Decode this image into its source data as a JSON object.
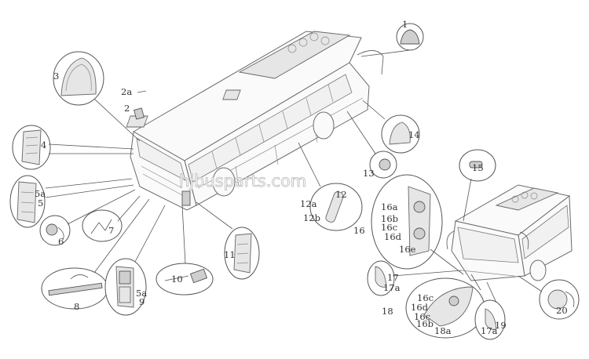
{
  "watermark": "hjbusparts.com",
  "labels": {
    "l1": "1",
    "l2": "2",
    "l2a": "2a",
    "l3": "3",
    "l4": "4",
    "l5": "5",
    "l5a_left": "5a",
    "l6": "6",
    "l7": "7",
    "l8": "8",
    "l9": "9",
    "l5a_lower": "5a",
    "l10": "10",
    "l11": "11",
    "l12": "12",
    "l12a": "12a",
    "l12b": "12b",
    "l13": "13",
    "l14": "14",
    "l15": "15",
    "l16": "16",
    "l16a": "16a",
    "l16b": "16b",
    "l16c": "16c",
    "l16d": "16d",
    "l16e": "16e",
    "l17": "17",
    "l17a_left": "17a",
    "l17a_right": "17a",
    "l18": "18",
    "l18a": "18a",
    "l16c_lower": "16c",
    "l16d_lower": "16d",
    "l16c_lower2": "16c",
    "l16b_lower": "16b",
    "l19": "19",
    "l20": "20"
  }
}
